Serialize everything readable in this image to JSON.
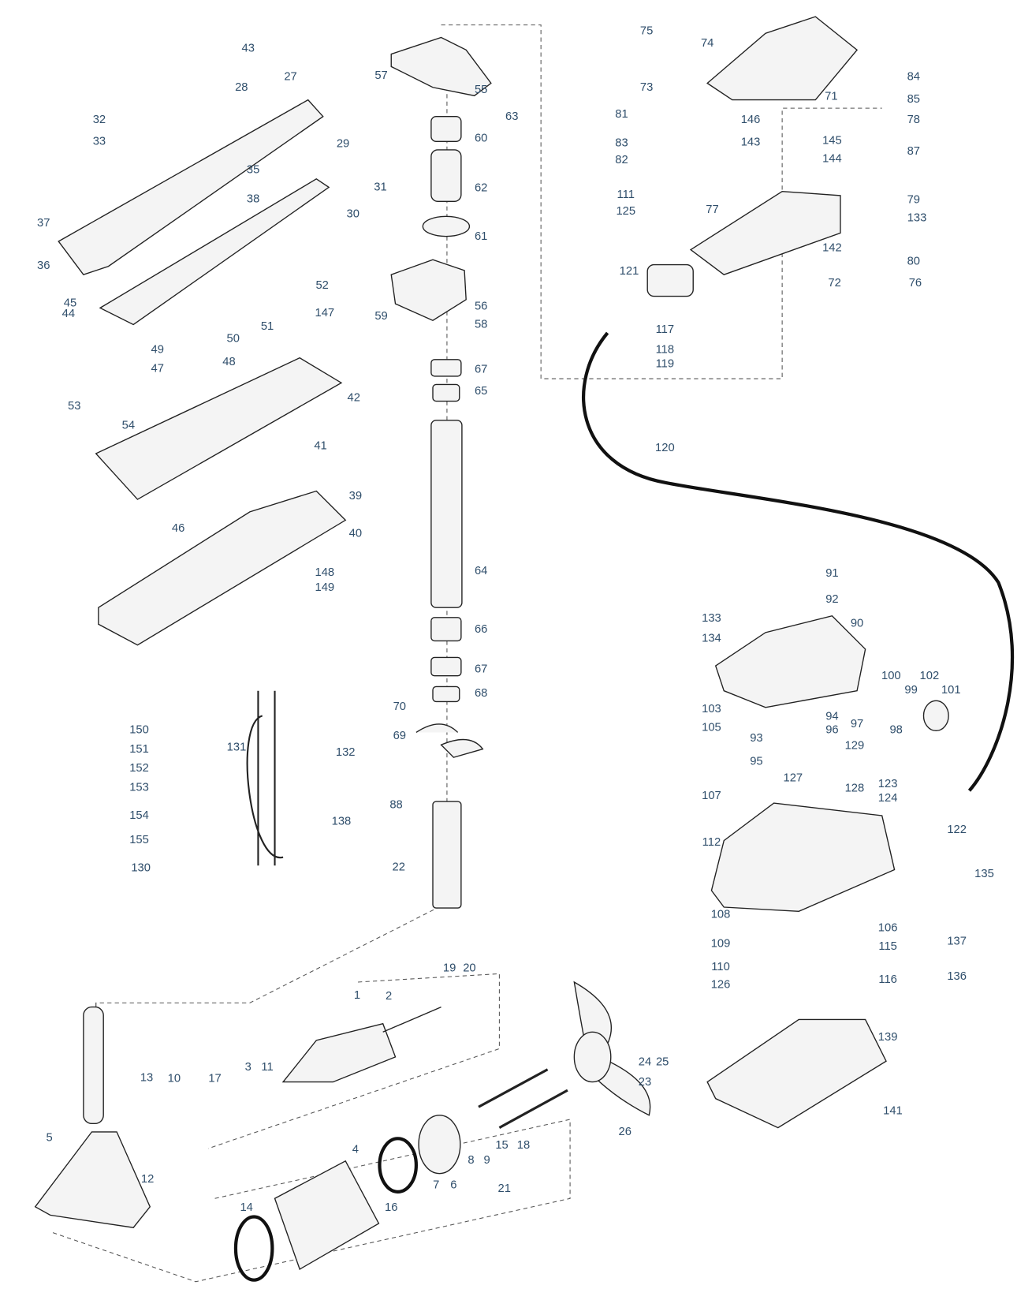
{
  "diagram": {
    "type": "exploded parts diagram",
    "callouts": [
      "43",
      "28",
      "27",
      "57",
      "55",
      "63",
      "60",
      "32",
      "33",
      "29",
      "35",
      "31",
      "62",
      "38",
      "30",
      "37",
      "36",
      "61",
      "52",
      "45",
      "44",
      "147",
      "56",
      "59",
      "51",
      "58",
      "50",
      "49",
      "48",
      "47",
      "67",
      "65",
      "42",
      "53",
      "54",
      "41",
      "39",
      "46",
      "40",
      "64",
      "148",
      "149",
      "66",
      "67",
      "68",
      "70",
      "69",
      "88",
      "22",
      "150",
      "151",
      "152",
      "153",
      "154",
      "155",
      "130",
      "131",
      "132",
      "138",
      "19",
      "20",
      "1",
      "2",
      "3",
      "11",
      "13",
      "10",
      "17",
      "5",
      "12",
      "4",
      "7",
      "6",
      "8",
      "9",
      "15",
      "18",
      "21",
      "14",
      "16",
      "24",
      "25",
      "23",
      "26",
      "75",
      "74",
      "73",
      "71",
      "84",
      "85",
      "78",
      "87",
      "81",
      "146",
      "145",
      "143",
      "144",
      "83",
      "82",
      "111",
      "79",
      "125",
      "77",
      "133",
      "142",
      "80",
      "121",
      "72",
      "76",
      "117",
      "118",
      "119",
      "120",
      "91",
      "92",
      "133",
      "90",
      "134",
      "100",
      "102",
      "99",
      "101",
      "103",
      "94",
      "97",
      "105",
      "96",
      "98",
      "93",
      "129",
      "95",
      "127",
      "123",
      "128",
      "107",
      "124",
      "122",
      "112",
      "135",
      "108",
      "106",
      "109",
      "115",
      "137",
      "110",
      "116",
      "136",
      "126",
      "139",
      "141"
    ],
    "label_color": "#2f4e6b"
  }
}
